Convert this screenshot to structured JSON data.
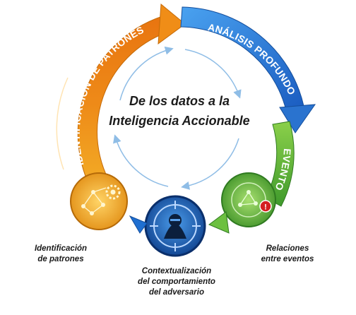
{
  "center": {
    "line1": "De los datos a la",
    "line2": "Inteligencia Accionable"
  },
  "arcs": {
    "orange": "IDENTIFICACIÓN DE PATRONES",
    "blue": "ANÁLISIS PROFUNDO",
    "green": "EVENTOS"
  },
  "captions": {
    "left": "Identificación\nde patrones",
    "middle": "Contextualización\ndel comportamiento\ndel adversario",
    "right": "Relaciones\nentre eventos"
  },
  "icons": {
    "orange": "network-gear-icon",
    "blue": "hacker-crosshair-icon",
    "green": "event-network-alert-icon"
  },
  "colors": {
    "orange": "#f0a21c",
    "blue": "#1f6fd1",
    "green": "#5bb03a",
    "inner_arrows": "#8fbde6",
    "alert": "#d42020"
  }
}
